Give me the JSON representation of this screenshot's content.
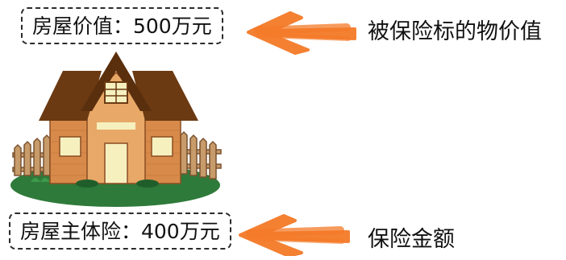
{
  "labels": {
    "house_value": "房屋价值：500万元",
    "main_insurance": "房屋主体险：400万元"
  },
  "annotations": {
    "subject_matter": "被保险标的物价值",
    "insured_amount": "保险金额"
  },
  "colors": {
    "arrow": "#f47a28",
    "roof": "#6b3a12",
    "wall": "#d88a4a",
    "window": "#f6f0bf",
    "lawn": "#2e7a3a",
    "fence": "#b78a5a"
  },
  "icons": {
    "house": "house-illustration",
    "arrow_top": "arrow-left-icon",
    "arrow_bottom": "arrow-left-icon"
  }
}
